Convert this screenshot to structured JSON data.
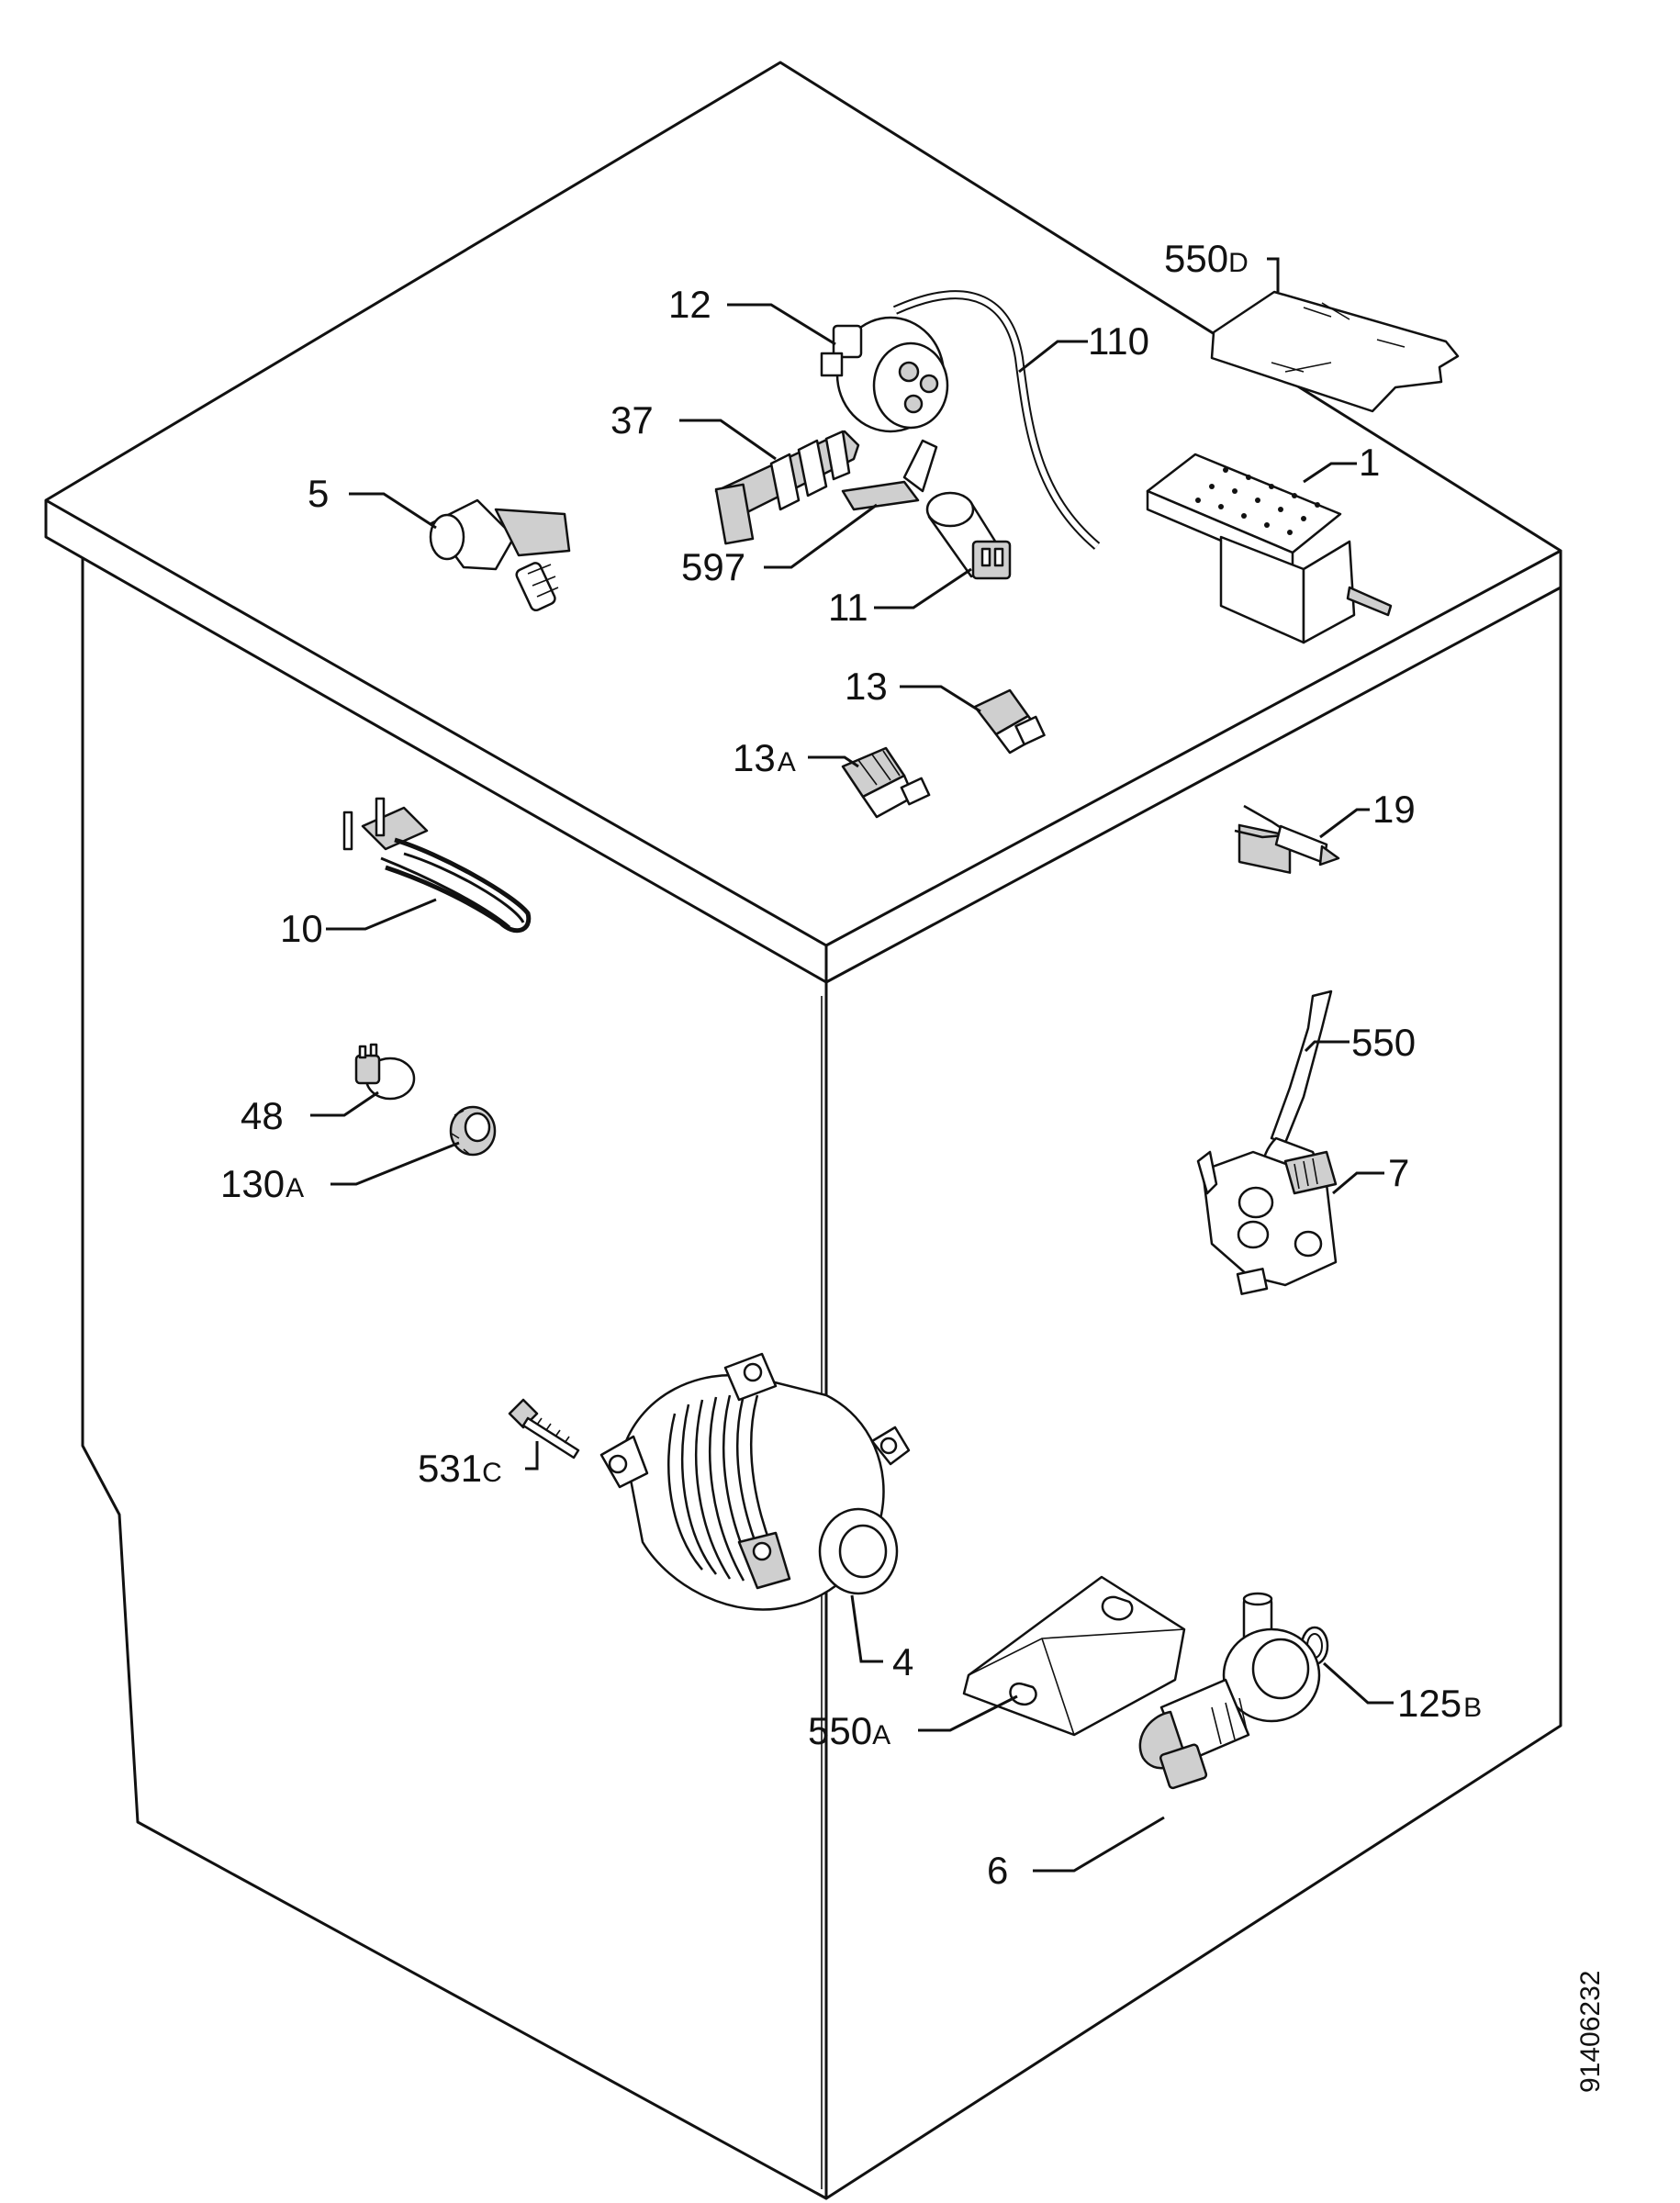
{
  "labels": {
    "l550d": {
      "num": "550",
      "suf": "D"
    },
    "l12": {
      "num": "12"
    },
    "l110": {
      "num": "110"
    },
    "l37": {
      "num": "37"
    },
    "l1": {
      "num": "1"
    },
    "l5": {
      "num": "5"
    },
    "l597": {
      "num": "597"
    },
    "l11": {
      "num": "11"
    },
    "l13": {
      "num": "13"
    },
    "l13a": {
      "num": "13",
      "suf": "A"
    },
    "l19": {
      "num": "19"
    },
    "l10": {
      "num": "10"
    },
    "l550": {
      "num": "550"
    },
    "l48": {
      "num": "48"
    },
    "l7": {
      "num": "7"
    },
    "l130a": {
      "num": "130",
      "suf": "A"
    },
    "l531c": {
      "num": "531",
      "suf": "C"
    },
    "l4": {
      "num": "4"
    },
    "l550a": {
      "num": "550",
      "suf": "A"
    },
    "l125b": {
      "num": "125",
      "suf": "B"
    },
    "l6": {
      "num": "6"
    }
  },
  "document_id": "91406232"
}
